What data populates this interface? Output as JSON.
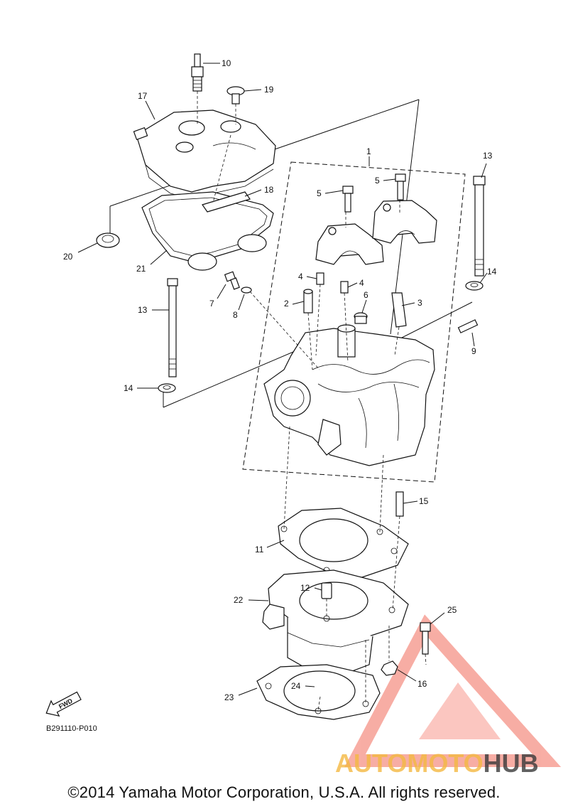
{
  "diagram": {
    "callouts": [
      {
        "id": "1",
        "label": "1"
      },
      {
        "id": "2",
        "label": "2"
      },
      {
        "id": "3",
        "label": "3"
      },
      {
        "id": "4a",
        "label": "4"
      },
      {
        "id": "4b",
        "label": "4"
      },
      {
        "id": "5a",
        "label": "5"
      },
      {
        "id": "5b",
        "label": "5"
      },
      {
        "id": "6",
        "label": "6"
      },
      {
        "id": "7",
        "label": "7"
      },
      {
        "id": "8",
        "label": "8"
      },
      {
        "id": "9",
        "label": "9"
      },
      {
        "id": "10",
        "label": "10"
      },
      {
        "id": "11",
        "label": "11"
      },
      {
        "id": "12",
        "label": "12"
      },
      {
        "id": "13a",
        "label": "13"
      },
      {
        "id": "13b",
        "label": "13"
      },
      {
        "id": "14a",
        "label": "14"
      },
      {
        "id": "14b",
        "label": "14"
      },
      {
        "id": "15",
        "label": "15"
      },
      {
        "id": "16",
        "label": "16"
      },
      {
        "id": "17",
        "label": "17"
      },
      {
        "id": "18",
        "label": "18"
      },
      {
        "id": "19",
        "label": "19"
      },
      {
        "id": "20",
        "label": "20"
      },
      {
        "id": "21",
        "label": "21"
      },
      {
        "id": "22",
        "label": "22"
      },
      {
        "id": "23",
        "label": "23"
      },
      {
        "id": "24",
        "label": "24"
      },
      {
        "id": "25",
        "label": "25"
      }
    ],
    "fwd_label": "FWD",
    "reference_code": "B291110-P010"
  },
  "watermark": {
    "part1": "AUTOMOTO",
    "part2": "HUB",
    "color_primary": "#f26b5b",
    "color_secondary": "#f4b942",
    "color_dark": "#3a3a3a"
  },
  "footer": {
    "copyright": "©2014 Yamaha Motor Corporation, U.S.A. All rights reserved."
  }
}
